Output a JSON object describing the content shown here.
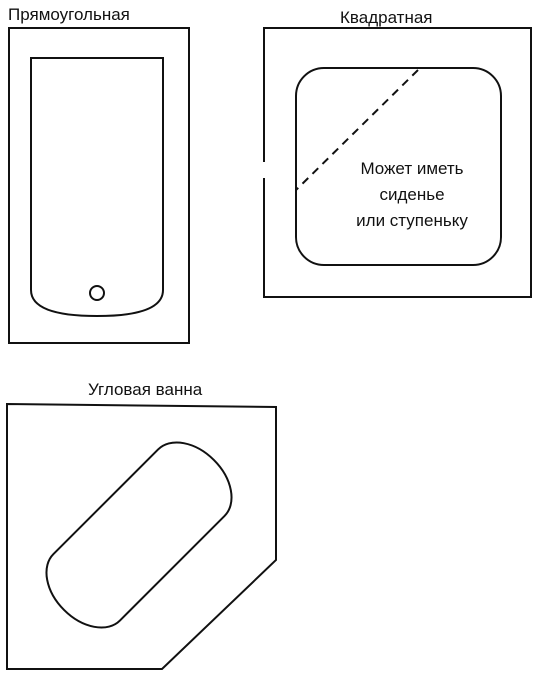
{
  "diagram": {
    "rectangular": {
      "label": "Прямоугольная"
    },
    "square": {
      "label": "Квадратная",
      "note_lines": [
        "Может иметь",
        "сиденье",
        "или ступеньку"
      ]
    },
    "corner": {
      "label": "Угловая ванна"
    }
  },
  "colors": {
    "stroke": "#111111",
    "background": "#ffffff"
  }
}
